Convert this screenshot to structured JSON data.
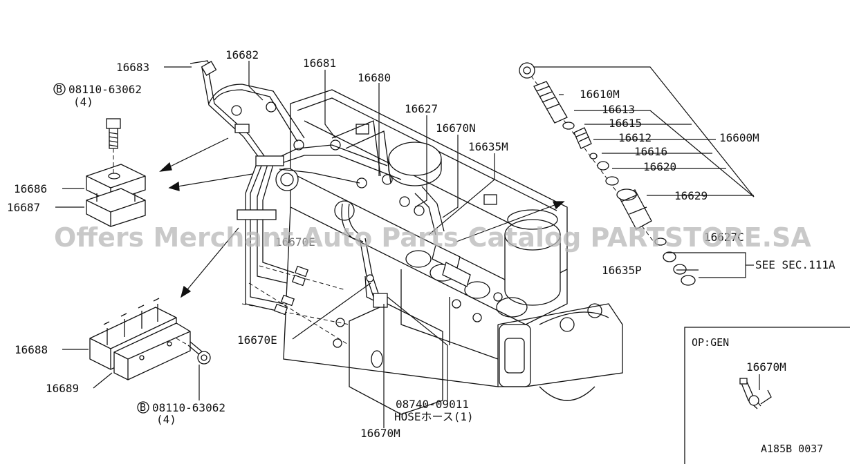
{
  "watermark": "Offers Merchant Auto Parts Catalog PARTSTORE.SA",
  "labels": {
    "p16683": "16683",
    "p16682": "16682",
    "p16681": "16681",
    "p16680": "16680",
    "p16627": "16627",
    "p16670N": "16670N",
    "p16635M": "16635M",
    "bolt_top_code": "08110-63062",
    "bolt_top_qty": "(4)",
    "bolt_bottom_code": "08110-63062",
    "bolt_bottom_qty": "(4)",
    "bolt_marker": "B",
    "p16686": "16686",
    "p16687": "16687",
    "p16688": "16688",
    "p16689": "16689",
    "p16670E": "16670E",
    "p16670E_faded": "16670E",
    "hose_code": "08740-09011",
    "hose_desc": "HOSEホース(1)",
    "p16670M_bottom": "16670M",
    "p16610M": "16610M",
    "p16613": "16613",
    "p16615": "16615",
    "p16612": "16612",
    "p16616": "16616",
    "p16620": "16620",
    "p16629": "16629",
    "p16600M": "16600M",
    "p16627C": "16627C",
    "p16635P": "16635P",
    "see_sec": "SEE SEC.111A",
    "op_gen": "OP:GEN",
    "p16670M_inset": "16670M",
    "diagram_code": "A185B 0037"
  }
}
